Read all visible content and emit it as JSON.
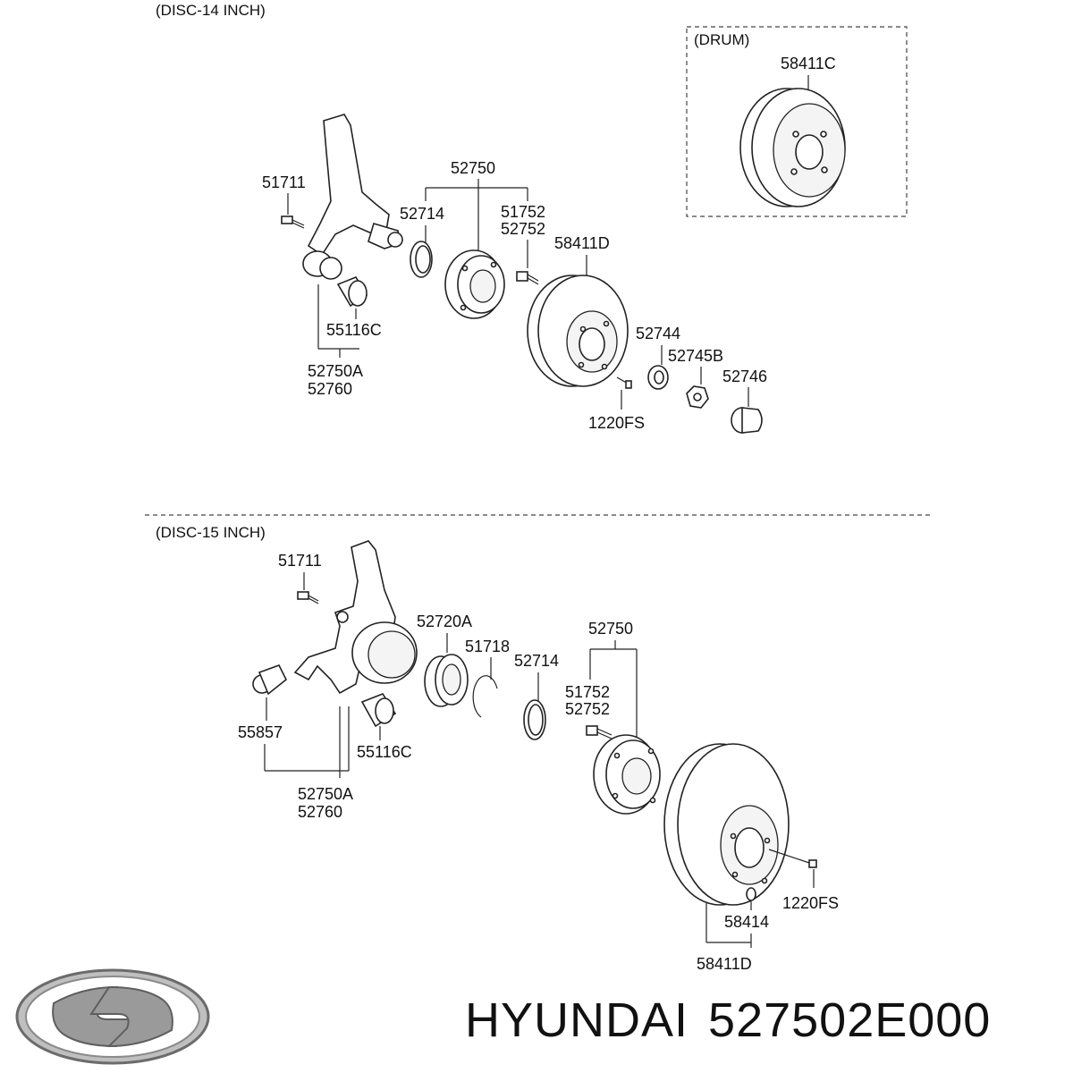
{
  "sections": {
    "disc14_header": "(DISC-14 INCH)",
    "drum_header": "(DRUM)",
    "disc15_header": "(DISC-15 INCH)"
  },
  "top": {
    "drum_part": "58411C",
    "hub_assy": "52750",
    "bolt_knuckle": "51711",
    "sensor_ring": "52714",
    "hub_bolt_a": "51752",
    "hub_bolt_b": "52752",
    "disc": "58411D",
    "bushing": "55116C",
    "knuckle_a": "52750A",
    "knuckle_b": "52760",
    "washer": "52744",
    "nut": "52745B",
    "cap": "52746",
    "screw": "1220FS"
  },
  "bottom": {
    "bolt_knuckle": "51711",
    "bearing": "52720A",
    "snap_ring": "51718",
    "sensor_ring": "52714",
    "hub_assy": "52750",
    "hub_bolt_a": "51752",
    "hub_bolt_b": "52752",
    "bushing_a": "55857",
    "bushing_b": "55116C",
    "knuckle_a": "52750A",
    "knuckle_b": "52760",
    "screw": "1220FS",
    "pin": "58414",
    "disc": "58411D"
  },
  "footer": {
    "brand": "HYUNDAI",
    "part_number": "527502E000"
  }
}
